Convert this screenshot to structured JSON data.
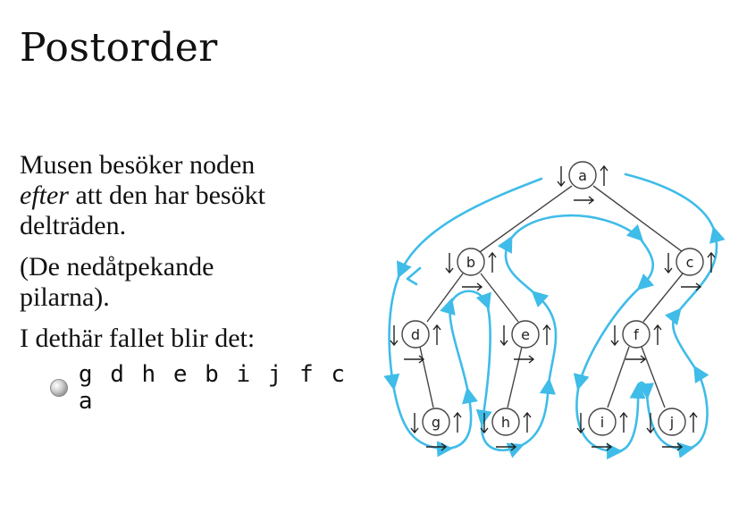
{
  "slide": {
    "title": "Postorder",
    "line1": "Musen besöker noden",
    "line2_em": "efter",
    "line2_rest": " att den har besökt",
    "line3": "delträden.",
    "para2_line1": "(De nedåtpekande",
    "para2_line2": "pilarna).",
    "para3": "I dethär fallet blir det:",
    "sequence": "g d h e b i j f c a"
  },
  "tree": {
    "nodes": [
      "a",
      "b",
      "c",
      "d",
      "e",
      "f",
      "g",
      "h",
      "i",
      "j"
    ],
    "edges": [
      [
        "a",
        "b"
      ],
      [
        "a",
        "c"
      ],
      [
        "b",
        "d"
      ],
      [
        "b",
        "e"
      ],
      [
        "c",
        "f"
      ],
      [
        "d",
        "g"
      ],
      [
        "e",
        "h"
      ],
      [
        "f",
        "i"
      ],
      [
        "f",
        "j"
      ]
    ],
    "tour_color": "#3fbce8"
  }
}
